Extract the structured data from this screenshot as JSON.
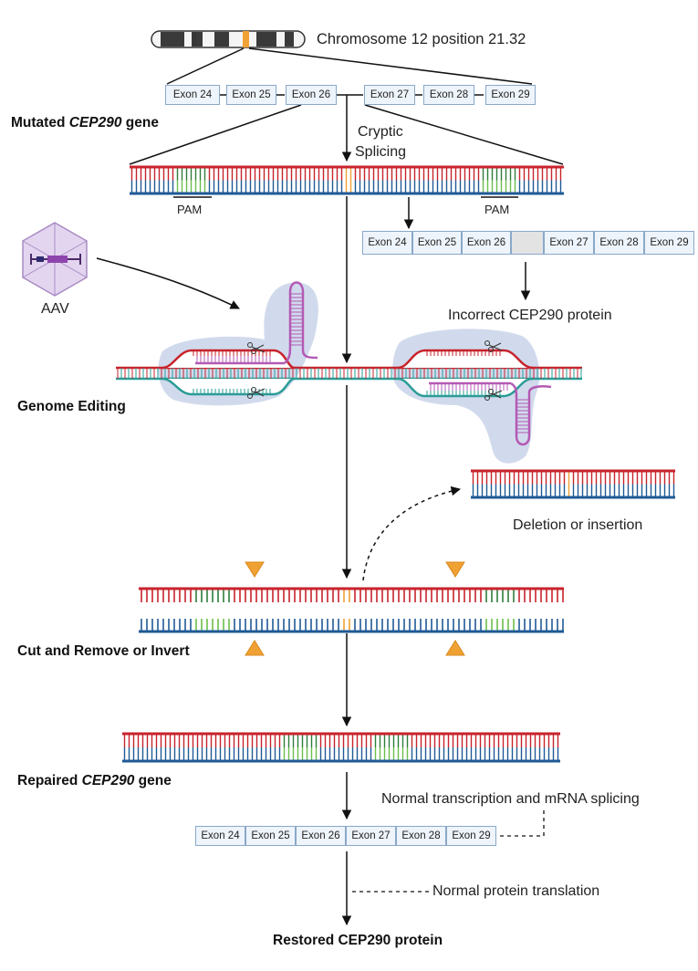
{
  "chromosome": {
    "label": "Chromosome 12 position 21.32"
  },
  "exons_top": [
    "Exon 24",
    "Exon 25",
    "Exon 26",
    "Exon 27",
    "Exon 28",
    "Exon 29"
  ],
  "exons_mutant": [
    "Exon 24",
    "Exon 25",
    "Exon 26",
    "",
    "Exon 27",
    "Exon 28",
    "Exon 29"
  ],
  "exons_final": [
    "Exon 24",
    "Exon 25",
    "Exon 26",
    "Exon 27",
    "Exon 28",
    "Exon 29"
  ],
  "labels": {
    "mutated_prefix": "Mutated ",
    "gene": "CEP290",
    "gene_suffix": " gene",
    "cryptic_1": "Cryptic",
    "cryptic_2": "Splicing",
    "pam": "PAM",
    "aav": "AAV",
    "incorrect": "Incorrect CEP290 protein",
    "genome_editing": "Genome Editing",
    "deletion": "Deletion or insertion",
    "cut_remove": "Cut and Remove or Invert",
    "repaired_prefix": "Repaired ",
    "normal_transcription": "Normal transcription and mRNA splicing",
    "normal_translation": "Normal protein translation",
    "restored": "Restored CEP290 protein"
  },
  "colors": {
    "top_strand": "#c8232c",
    "bottom_strand": "#1f5a96",
    "pam_dark": "#2f7d3a",
    "pam_light": "#6abf4b",
    "mutation": "#f0a133",
    "guide": "#b45ab4",
    "cas_blob": "#c9d3ea",
    "aav": "#d7c3e6",
    "aav_edge": "#a98bc4",
    "teal": "#2a9c96"
  }
}
